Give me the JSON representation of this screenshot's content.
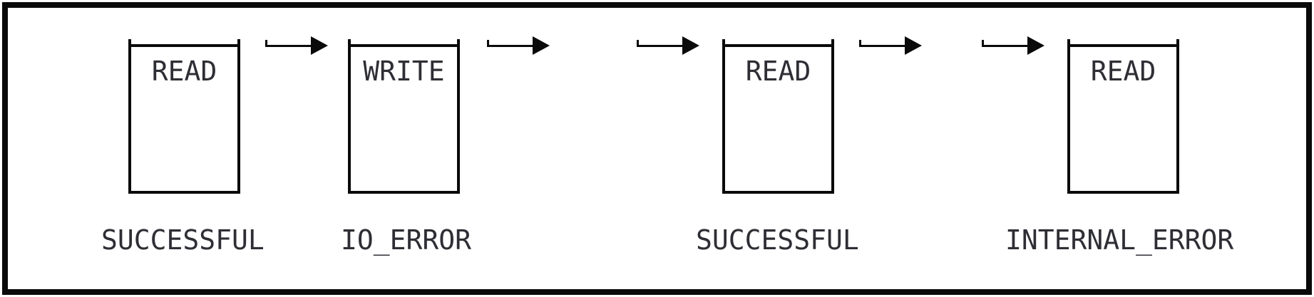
{
  "diagram": {
    "events": [
      {
        "operation": "READ",
        "status": "SUCCESSFUL"
      },
      {
        "operation": "WRITE",
        "status": "IO_ERROR"
      },
      {
        "operation": "READ",
        "status": "SUCCESSFUL"
      },
      {
        "operation": "READ",
        "status": "INTERNAL_ERROR"
      }
    ],
    "arrow_count": 5,
    "colors": {
      "line": "#0a0a0a",
      "text": "#2e2e35",
      "background": "#ffffff"
    }
  }
}
